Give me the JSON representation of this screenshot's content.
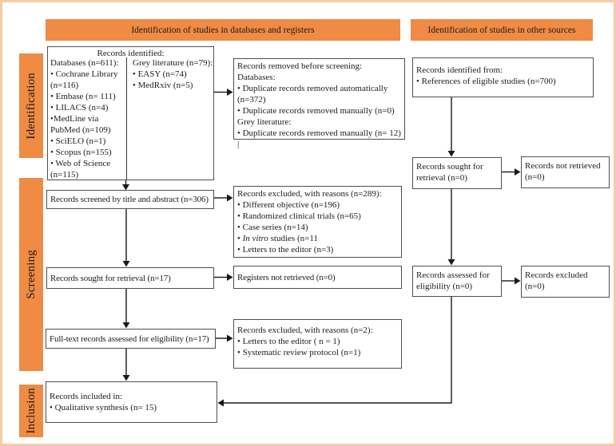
{
  "palette": {
    "orange": "#EF8B45",
    "frame_border": "#F8CCA4",
    "box_border": "#4F4F4F",
    "text": "#1C1C1C"
  },
  "headers": {
    "databases": "Identification of studies in databases and registers",
    "other_sources": "Identification of studies in other sources"
  },
  "sidebar": {
    "identification": "Identification",
    "screening": "Screening",
    "inclusion": "Inclusion"
  },
  "identification": {
    "records_identified": {
      "title": "Records identified:",
      "databases": [
        "Databases (n=611):",
        "• Cochrane Library (n=116)",
        "• Embase (n= 111)",
        "• LILACS (n=4)",
        "•MedLine via PubMed (n=109)",
        "• SciELO (n=1)",
        "• Scopus (n=155)",
        "• Web of Science (n=115)"
      ],
      "grey_literature": [
        "Grey literature (n=79):",
        "• EASY (n=74)",
        "• MedRxiv (n=5)"
      ]
    },
    "records_removed": [
      "Records removed before screening:",
      "Databases:",
      "• Duplicate records removed automatically (n=372)",
      "• Duplicate records removed manually (n=0)",
      "Grey literature:",
      "• Duplicate records removed manually (n= 12) |"
    ]
  },
  "screening": {
    "records_screened": "Records screened by title and abstract (n=306)",
    "excluded_reasons_289": {
      "title": "Records excluded, with reasons (n=289):",
      "items": [
        "• Different objective (n=196)",
        "• Randomized clinical trials (n=65)",
        "• Case series (n=14)"
      ],
      "in_vitro": {
        "prefix": "• ",
        "italic": "In vitro",
        "rest": " studies (n=11"
      },
      "last": "• Letters to the editor (n=3)"
    },
    "records_sought": "Records sought for retrieval (n=17)",
    "registers_not_retrieved": "Registers not retrieved (n=0)",
    "fulltext_assessed": "Full-text records assessed for eligibility (n=17)",
    "excluded_reasons_2": [
      "Records excluded, with reasons (n=2):",
      "• Letters to the editor ( n = 1)",
      "• Systematic review protocol (n=1)"
    ]
  },
  "inclusion": {
    "records_included": [
      "Records included in:",
      "• Qualitative synthesis (n= 15)"
    ]
  },
  "other_sources": {
    "records_identified_from": [
      "Records identified from:",
      "• References of eligible studies (n=700)"
    ],
    "records_sought": "Records sought for retrieval (n=0)",
    "records_not_retrieved": "Records not retrieved (n=0)",
    "records_assessed": "Records assessed for eligibility (n=0)",
    "records_excluded": "Records excluded (n=0)"
  }
}
